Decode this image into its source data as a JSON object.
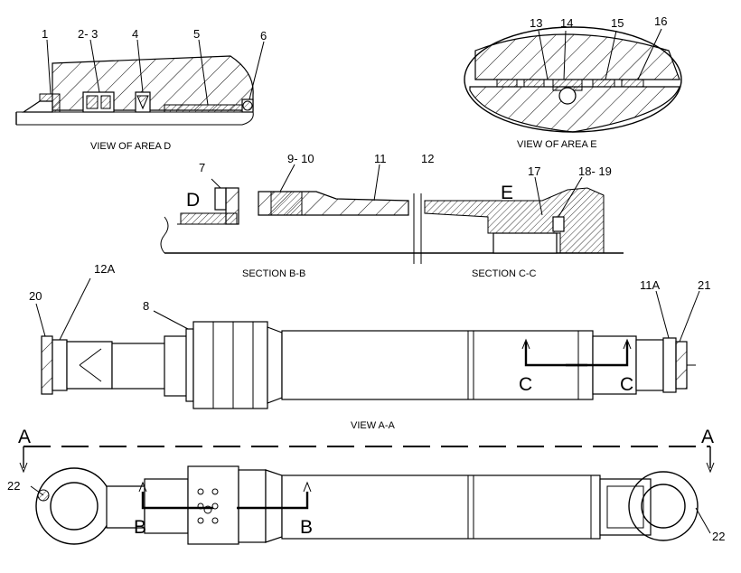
{
  "callouts": {
    "n1": "1",
    "n2_3": "2- 3",
    "n4": "4",
    "n5": "5",
    "n6": "6",
    "n13": "13",
    "n14": "14",
    "n15": "15",
    "n16": "16",
    "n7": "7",
    "n9_10": "9- 10",
    "n11": "11",
    "n12": "12",
    "n17": "17",
    "n18_19": "18- 19",
    "n20": "20",
    "n12a": "12A",
    "n8": "8",
    "n11a": "11A",
    "n21": "21",
    "n22_left": "22",
    "n22_right": "22"
  },
  "captions": {
    "view_d": "VIEW OF AREA  D",
    "view_e": "VIEW OF AREA  E",
    "section_bb": "SECTION  B-B",
    "section_cc": "SECTION  C-C",
    "view_aa": "VIEW  A-A"
  },
  "markers": {
    "d": "D",
    "e": "E",
    "c_left": "C",
    "c_right": "C",
    "a_left": "A",
    "a_right": "A",
    "b_left": "B",
    "b_right": "B"
  }
}
